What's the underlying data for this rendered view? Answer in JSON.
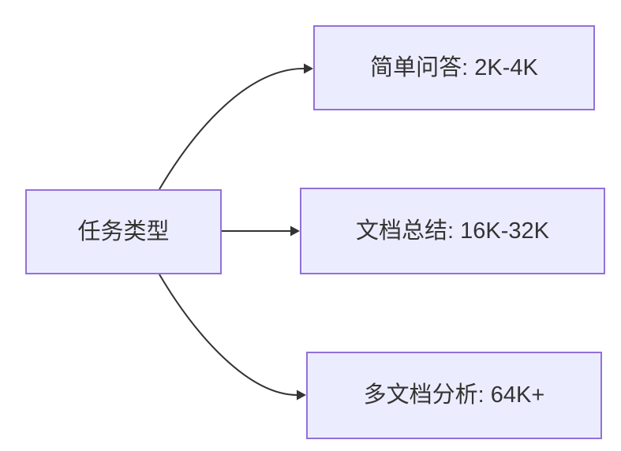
{
  "diagram": {
    "type": "flowchart-left-to-right",
    "nodes": {
      "source": {
        "label": "任务类型"
      },
      "simple_qa": {
        "label": "简单问答: 2K-4K"
      },
      "doc_summary": {
        "label": "文档总结: 16K-32K"
      },
      "multi_doc": {
        "label": "多文档分析: 64K+"
      }
    },
    "edges": [
      {
        "from": "任务类型",
        "to": "简单问答: 2K-4K",
        "style": "curved-up",
        "arrow": "filled-triangle"
      },
      {
        "from": "任务类型",
        "to": "文档总结: 16K-32K",
        "style": "straight",
        "arrow": "filled-triangle"
      },
      {
        "from": "任务类型",
        "to": "多文档分析: 64K+",
        "style": "curved-down",
        "arrow": "filled-triangle"
      }
    ]
  },
  "colors": {
    "node_fill": "#ECECFF",
    "node_border": "#9370DB",
    "edge_stroke": "#333333",
    "text": "#333333",
    "background": "#FFFFFF"
  }
}
